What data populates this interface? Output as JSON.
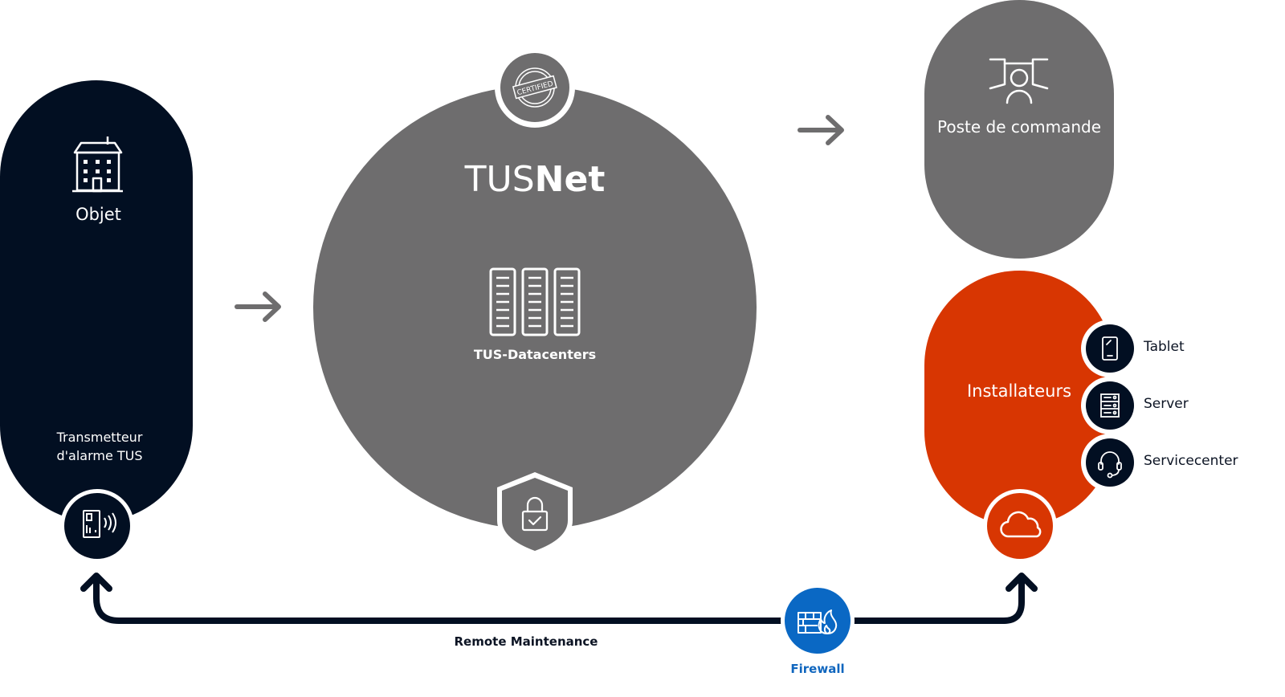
{
  "colors": {
    "navy": "#020f22",
    "gray": "#6e6d6e",
    "orange": "#d83602",
    "blue": "#0a68c4",
    "text_dark": "#0c1424",
    "firewall_text": "#1066be"
  },
  "objet": {
    "title": "Objet",
    "icon": "building-icon",
    "transmitter_label_line1": "Transmetteur",
    "transmitter_label_line2": "d'alarme TUS",
    "transmitter_icon": "alarm-transmitter-icon"
  },
  "tusnet": {
    "title_light": "TUS",
    "title_bold": "Net",
    "badge_icon": "certified-stamp-icon",
    "badge_text": "CERTIFIED",
    "datacenter_icon": "server-racks-icon",
    "datacenter_label": "TUS-Datacenters",
    "security_icon": "shield-lock-icon"
  },
  "poste": {
    "title": "Poste de commande",
    "icon": "control-room-operator-icon"
  },
  "installateurs": {
    "title": "Installateurs",
    "cloud_icon": "cloud-icon",
    "items": [
      {
        "label": "Tablet",
        "icon": "tablet-icon"
      },
      {
        "label": "Server",
        "icon": "server-icon"
      },
      {
        "label": "Servicecenter",
        "icon": "headset-icon"
      }
    ]
  },
  "connections": {
    "remote_maintenance_label": "Remote Maintenance",
    "firewall_label": "Firewall",
    "firewall_icon": "firewall-icon"
  }
}
